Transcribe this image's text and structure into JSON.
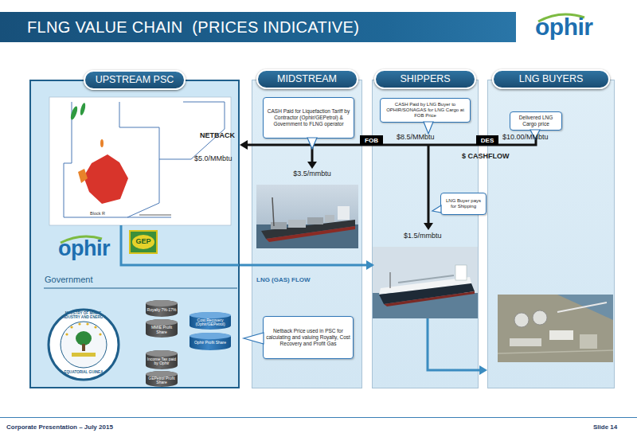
{
  "diagram": {
    "title": "FLNG VALUE CHAIN  (PRICES INDICATIVE)",
    "nodes": [
      {
        "text": [
          "UPSTREAM PSC"
        ]
      },
      {
        "text": [
          "Royalty 7%-17%"
        ],
        "in": 0
      },
      {
        "text": [
          "MMIE Profit Share"
        ],
        "in": 0
      },
      {
        "text": [
          "Cost Recovery (Ophir/GEPetrol)"
        ],
        "in": 0
      },
      {
        "text": [
          "Ophir Profit Share"
        ],
        "in": 0
      },
      {
        "text": [
          "Income Tax paid by Ophir"
        ],
        "in": 0
      },
      {
        "text": [
          "GEPetrol Profit Share"
        ],
        "in": 0
      },
      {
        "text": [
          "MIDSTREAM"
        ]
      },
      {
        "text": [
          "CASH Paid for Liquefaction Tariff by Contractor (Ophir/GEPetrol) & Government to FLNG operator"
        ],
        "in": 7
      },
      {
        "text": [
          "Netback Price used in PSC for calculating and valuing Royalty, Cost Recovery and Profit Gas"
        ],
        "in": 7
      },
      {
        "text": [
          "FOB"
        ]
      },
      {
        "text": [
          "SHIPPERS"
        ]
      },
      {
        "text": [
          "CASH Paid by LNG Buyer to OPHIR/SONAGAS for LNG Cargo at FOB Price"
        ],
        "in": 11
      },
      {
        "text": [
          "LNG Buyer pays for Shipping"
        ],
        "in": 11
      },
      {
        "text": [
          "DES"
        ]
      },
      {
        "text": [
          "LNG BUYERS"
        ]
      },
      {
        "text": [
          "Delivered LNG Cargo price"
        ],
        "in": 15
      }
    ],
    "edges": [
      {
        "from": 16,
        "to": 0,
        "label": "$ CASHFLOW",
        "arrow": "to"
      },
      {
        "from": 0,
        "to": 15,
        "label": "LNG (GAS) FLOW",
        "arrow": "to"
      }
    ],
    "labels": [
      "ophir",
      "NETBACK",
      "$5.0/MMbtu",
      "Block R",
      "ophir",
      "GEP",
      "Government",
      "MINISTRY OF MINES, INDUSTRY AND ENERGY",
      "EQUATORIAL GUINEA",
      "$3.5/mmbtu",
      "$8.5/MMbtu",
      "$1.5/mmbtu",
      "$10.00/MMbtu",
      "Corporate Presentation – July 2015",
      "Slide 14"
    ]
  }
}
